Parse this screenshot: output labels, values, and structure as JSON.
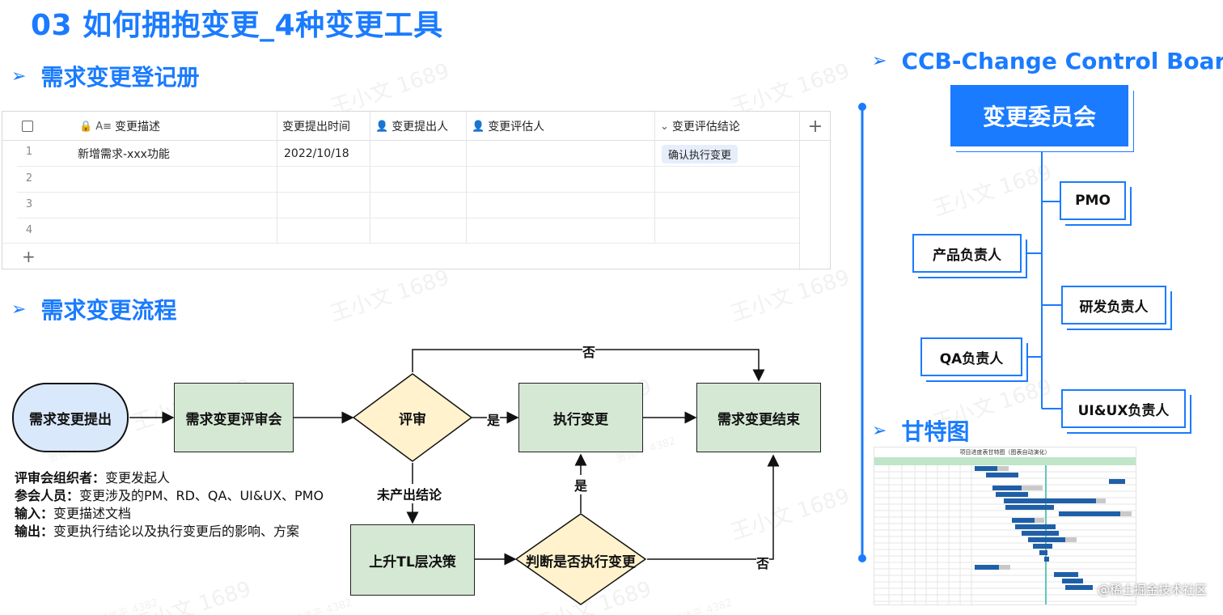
{
  "title": "03 如何拥抱变更_4种变更工具",
  "sections": {
    "register": "需求变更登记册",
    "process": "需求变更流程",
    "ccb": "CCB-Change Control Board",
    "gantt": "甘特图"
  },
  "arrow_glyph": "➢",
  "table": {
    "headers": [
      "变更描述",
      "变更提出时间",
      "变更提出人",
      "变更评估人",
      "变更评估结论"
    ],
    "add_column": "+",
    "add_row": "+",
    "rows": [
      {
        "num": "1",
        "desc": "新增需求-xxx功能",
        "time": "2022/10/18",
        "proposer": "",
        "evaluator": "",
        "conclusion": "确认执行变更"
      },
      {
        "num": "2",
        "desc": "",
        "time": "",
        "proposer": "",
        "evaluator": "",
        "conclusion": ""
      },
      {
        "num": "3",
        "desc": "",
        "time": "",
        "proposer": "",
        "evaluator": "",
        "conclusion": ""
      },
      {
        "num": "4",
        "desc": "",
        "time": "",
        "proposer": "",
        "evaluator": "",
        "conclusion": ""
      }
    ]
  },
  "flow": {
    "start": "需求变更提出",
    "review_meeting": "需求变更评审会",
    "review": "评审",
    "execute": "执行变更",
    "end": "需求变更结束",
    "escalate": "上升TL层决策",
    "decide": "判断是否执行变更",
    "label_no_top": "否",
    "label_yes_review": "是",
    "label_no_conclusion": "未产出结论",
    "label_yes_decide": "是",
    "label_no_decide": "否"
  },
  "notes": [
    {
      "k": "评审会组织者：",
      "v": "变更发起人"
    },
    {
      "k": "参会人员：",
      "v": "变更涉及的PM、RD、QA、UI&UX、PMO"
    },
    {
      "k": "输入：",
      "v": "变更描述文档"
    },
    {
      "k": "输出：",
      "v": "变更执行结论以及执行变更后的影响、方案"
    }
  ],
  "ccb": {
    "main": "变更委员会",
    "members": [
      "PMO",
      "产品负责人",
      "研发负责人",
      "QA负责人",
      "UI&UX负责人"
    ]
  },
  "gantt": {
    "title": "项目进度表甘特图（图表自动演化）"
  },
  "watermarks": {
    "name": "王小文 1689",
    "small": "贺伟平 4382"
  },
  "footer": "@稀土掘金技术社区",
  "colors": {
    "accent": "#1a7bff",
    "flow_green": "#d5e8d4",
    "flow_yellow": "#fff2cc",
    "flow_blue": "#dae8fc"
  }
}
